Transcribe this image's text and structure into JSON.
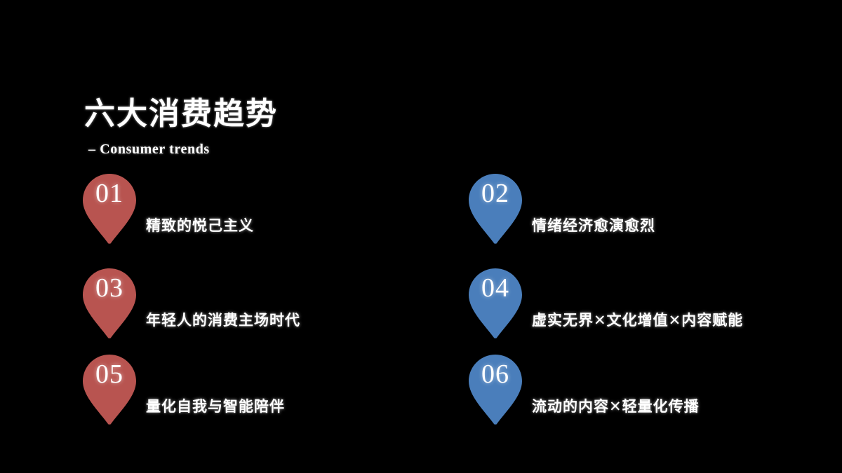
{
  "slide": {
    "background_color": "#000000",
    "title": "六大消费趋势",
    "subtitle": "– Consumer trends"
  },
  "palette": {
    "red": "#B85450",
    "blue": "#4A7EBB",
    "text": "#FFFFFF",
    "background": "#000000"
  },
  "trends": [
    {
      "number": "01",
      "label": "精致的悦己主义",
      "color": "#B85450",
      "color_name": "red"
    },
    {
      "number": "02",
      "label": "情绪经济愈演愈烈",
      "color": "#4A7EBB",
      "color_name": "blue"
    },
    {
      "number": "03",
      "label": "年轻人的消费主场时代",
      "color": "#B85450",
      "color_name": "red"
    },
    {
      "number": "04",
      "label": "虚实无界✕文化增值✕内容赋能",
      "color": "#4A7EBB",
      "color_name": "blue"
    },
    {
      "number": "05",
      "label": "量化自我与智能陪伴",
      "color": "#B85450",
      "color_name": "red"
    },
    {
      "number": "06",
      "label": "流动的内容✕轻量化传播",
      "color": "#4A7EBB",
      "color_name": "blue"
    }
  ]
}
